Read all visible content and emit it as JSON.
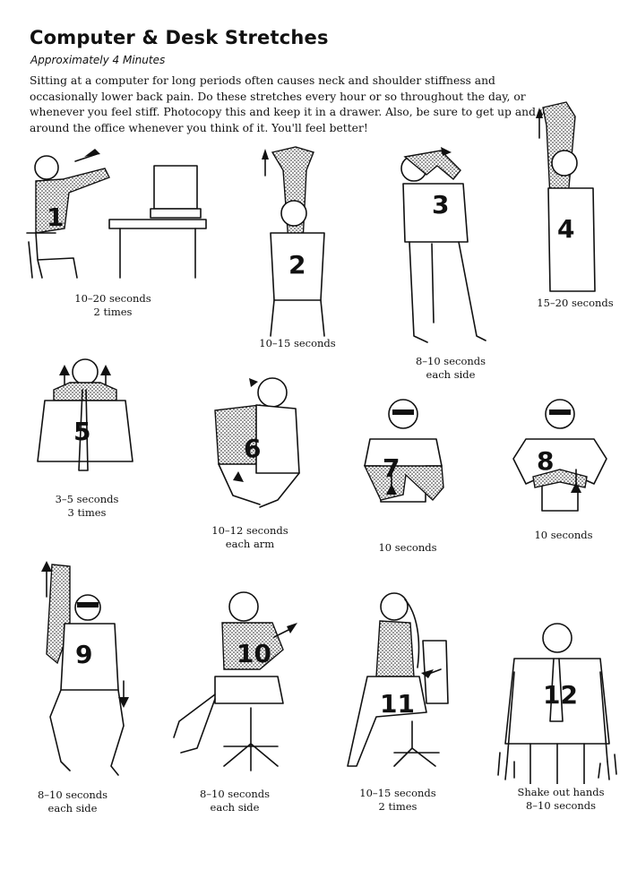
{
  "title": "Computer & Desk Stretches",
  "subtitle": "Approximately 4 Minutes",
  "intro": "Sitting at a computer for long periods often causes neck and shoulder stiffness and occasionally lower back pain. Do these stretches every hour or so throughout the day, or whenever you feel stiff. Photocopy this and keep it in a drawer. Also, be sure to get up and walk around the office whenever you think of it. You'll feel better!",
  "stretches": [
    {
      "number": "1",
      "caption": "10–20 seconds\n2 times"
    },
    {
      "number": "2",
      "caption": "10–15 seconds"
    },
    {
      "number": "3",
      "caption": "8–10 seconds\neach side"
    },
    {
      "number": "4",
      "caption": "15–20 seconds"
    },
    {
      "number": "5",
      "caption": "3–5 seconds\n3 times"
    },
    {
      "number": "6",
      "caption": "10–12 seconds\neach arm"
    },
    {
      "number": "7",
      "caption": "10 seconds"
    },
    {
      "number": "8",
      "caption": "10 seconds"
    },
    {
      "number": "9",
      "caption": "8–10 seconds\neach side"
    },
    {
      "number": "10",
      "caption": "8–10 seconds\neach side"
    },
    {
      "number": "11",
      "caption": "10–15 seconds\n2 times"
    },
    {
      "number": "12",
      "caption": "Shake out hands\n8–10 seconds"
    }
  ]
}
